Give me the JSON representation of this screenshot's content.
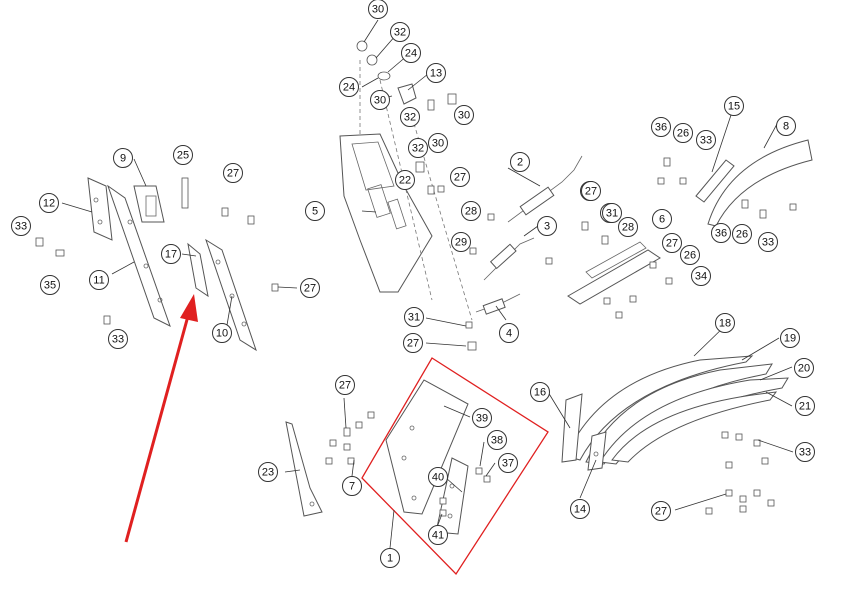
{
  "diagram": {
    "highlight_color": "#e02020",
    "arrow_color": "#e02020",
    "callouts": [
      "30",
      "32",
      "24",
      "24",
      "13",
      "30",
      "32",
      "30",
      "30",
      "32",
      "22",
      "27",
      "5",
      "2",
      "28",
      "27",
      "29",
      "3",
      "31",
      "31",
      "27",
      "4",
      "9",
      "25",
      "27",
      "12",
      "33",
      "11",
      "35",
      "17",
      "27",
      "10",
      "33",
      "15",
      "36",
      "26",
      "33",
      "8",
      "27",
      "31",
      "28",
      "6",
      "27",
      "26",
      "34",
      "36",
      "26",
      "33",
      "18",
      "19",
      "20",
      "21",
      "16",
      "14",
      "33",
      "27",
      "27",
      "23",
      "7",
      "39",
      "38",
      "37",
      "40",
      "41",
      "1"
    ]
  }
}
